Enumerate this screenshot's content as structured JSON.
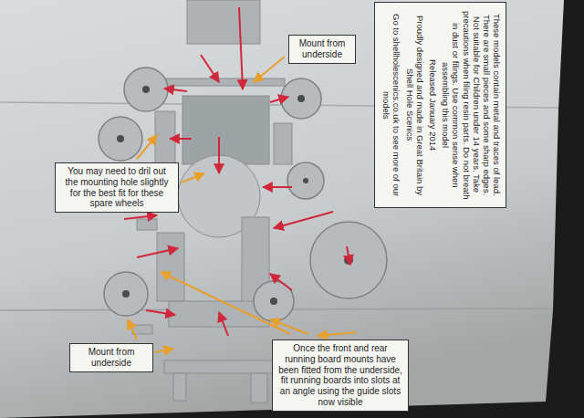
{
  "diagram": {
    "nodes": [
      {
        "text": [
          "These models contain metal and traces of lead. There are small pieces and some sharp edges. Not suitable for Children under 14 years. Take precautions when filing resin parts. Do not breath in dust or filings. Use common sense when assembling this model",
          "Released January 2014",
          "Proudly designed and made in Great Britain by Shell Hole Scenics",
          "Go to shellholescenics.co.uk to see more of our models"
        ]
      },
      {
        "text": [
          "Mount from underside"
        ]
      },
      {
        "text": [
          "You may need to dril out the mounting hole slightly for the best fit for these spare wheels"
        ]
      },
      {
        "text": [
          "Mount from underside"
        ]
      },
      {
        "text": [
          "Once the front and rear running board mounts have been fitted from the underside, fit running boards into slots at an angle using the guide slots now visible"
        ]
      }
    ]
  }
}
